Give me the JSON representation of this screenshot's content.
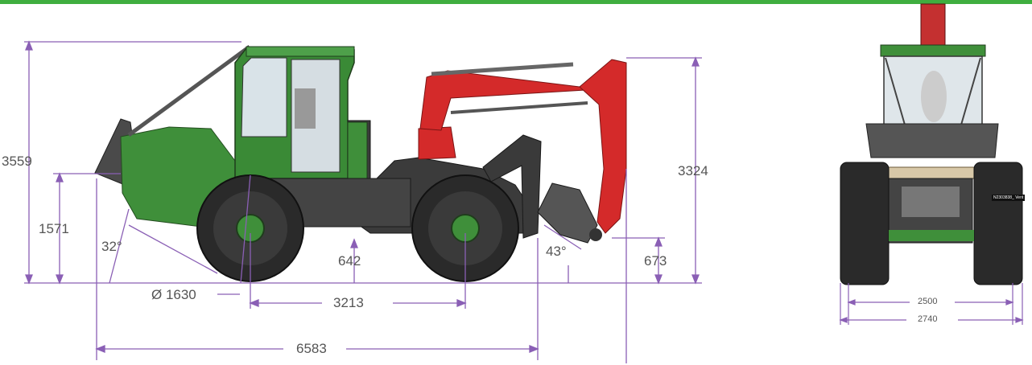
{
  "colors": {
    "top_bar": "#3fae3f",
    "dimension_line": "#8a5fb5",
    "body_green": "#3f8f3a",
    "crane_red": "#d42a2a",
    "tire": "#2a2a2a",
    "text": "#555555"
  },
  "side_view": {
    "dims": {
      "overall_height": "3559",
      "blade_height": "1571",
      "blade_angle": "32°",
      "tire_diameter": "Ø 1630",
      "ground_clearance": "642",
      "wheelbase": "3213",
      "overall_length": "6583",
      "rear_angle": "43°",
      "rear_clearance": "673",
      "crane_height": "3324"
    }
  },
  "front_view": {
    "dims": {
      "track_width": "2500",
      "overall_width": "2740"
    },
    "tag": "N2303838_ Vent"
  }
}
